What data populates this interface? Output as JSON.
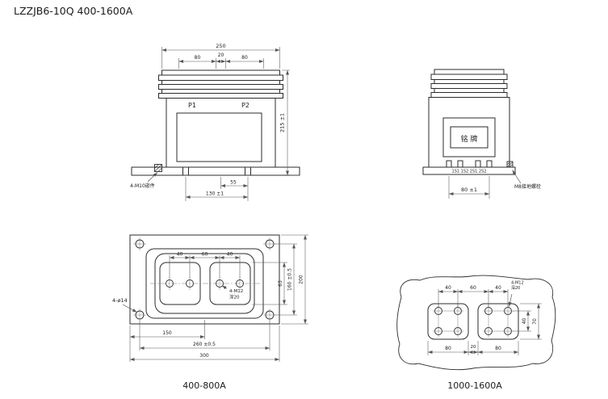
{
  "title": "LZZJB6-10Q  400-1600A",
  "front_view": {
    "dim_width_top": "250",
    "dim_80_left": "80",
    "dim_20": "20",
    "dim_80_right": "80",
    "label_p1": "P1",
    "label_p2": "P2",
    "dim_height": "215 ±1",
    "note_inserts": "4-M10嵌件",
    "dim_55": "55",
    "dim_130": "130 ±1"
  },
  "side_view": {
    "nameplate": "铭 牌",
    "terminal_labels": "1S1 1S2 2S1 2S2",
    "dim_80": "80 ±1",
    "note_ground_bolt": "M8接地螺栓"
  },
  "plan_view": {
    "dim_40_left": "40",
    "dim_60": "60",
    "dim_40_right": "40",
    "dim_63": "63",
    "dim_160": "160 ±0.5",
    "dim_200": "200",
    "note_holes": "4-ø14",
    "note_tap": "4-M12",
    "note_tap_depth": "深20",
    "dim_150": "150",
    "dim_260": "260 ±0.5",
    "dim_300": "300",
    "caption": "400-800A"
  },
  "terminal_view": {
    "dim_40_left": "40",
    "dim_60": "60",
    "dim_40_right": "40",
    "note_tap": "4-M12",
    "note_tap_depth": "深20",
    "dim_40_rows": "40",
    "dim_70": "70",
    "dim_80_left": "80",
    "dim_20": "20",
    "dim_80_right": "80",
    "caption": "1000-1600A"
  }
}
